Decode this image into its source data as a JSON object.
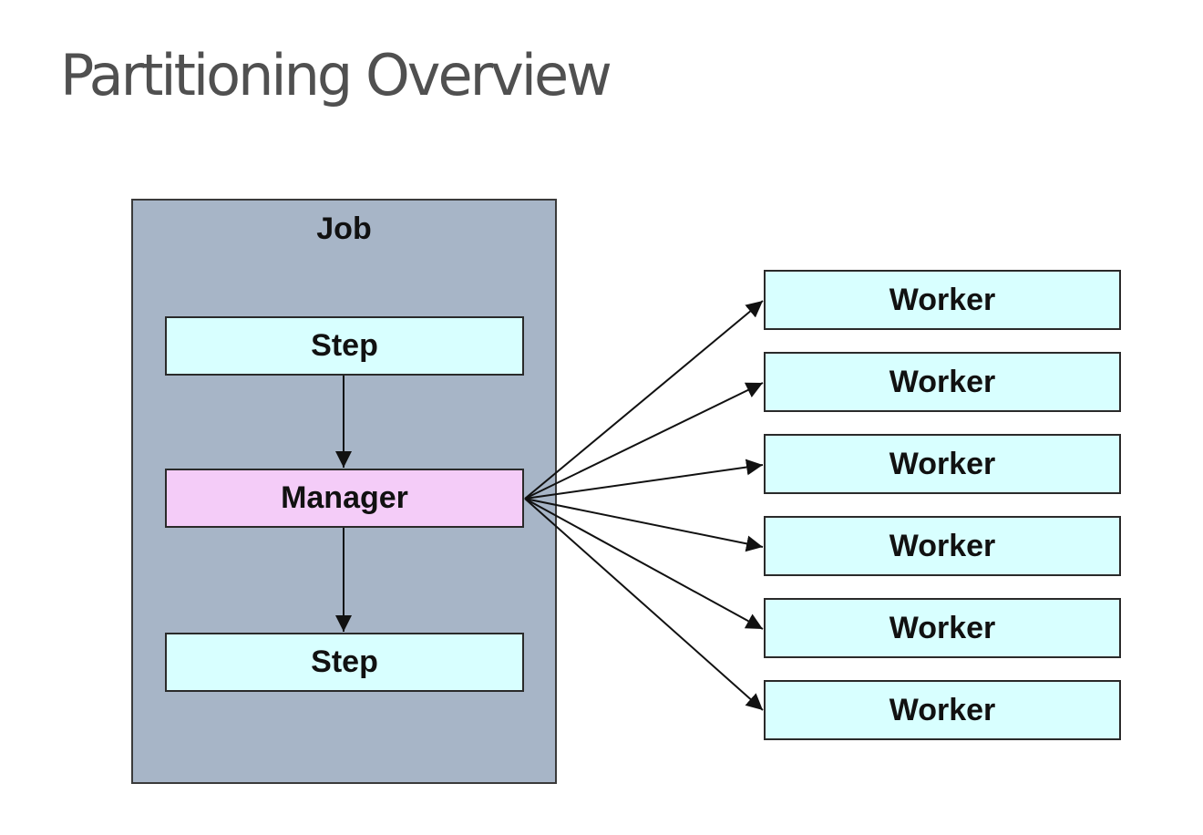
{
  "title": "Partitioning Overview",
  "job": {
    "label": "Job"
  },
  "steps": [
    {
      "label": "Step"
    },
    {
      "label": "Step"
    }
  ],
  "manager": {
    "label": "Manager"
  },
  "workers": [
    {
      "label": "Worker"
    },
    {
      "label": "Worker"
    },
    {
      "label": "Worker"
    },
    {
      "label": "Worker"
    },
    {
      "label": "Worker"
    },
    {
      "label": "Worker"
    }
  ],
  "colors": {
    "job_fill": "#a7b5c7",
    "step_fill": "#d8ffff",
    "manager_fill": "#f4ccf8",
    "worker_fill": "#d8ffff",
    "border": "#2a2a2a",
    "title_text": "#505050"
  }
}
